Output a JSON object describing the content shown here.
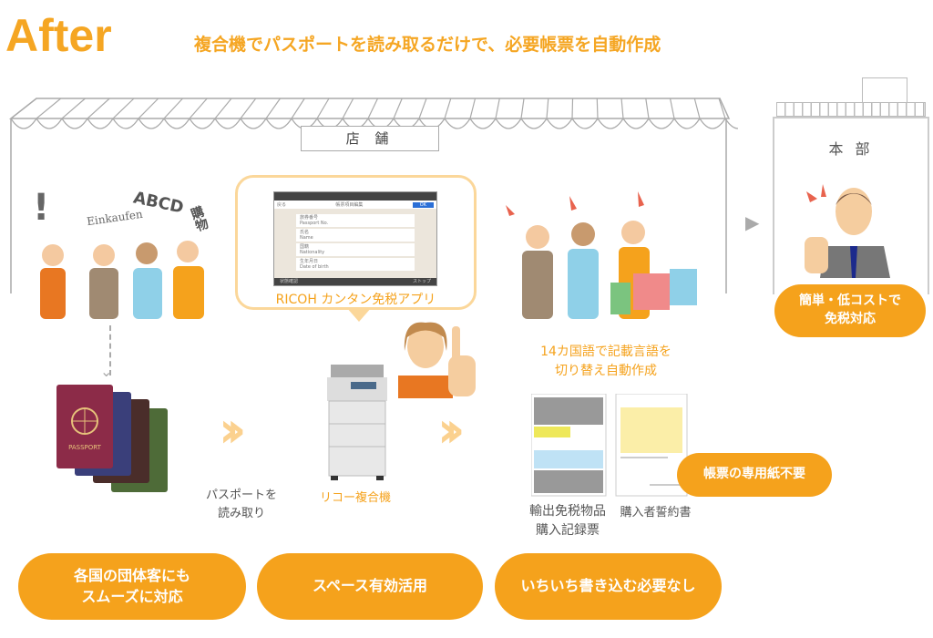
{
  "header": {
    "title": "After",
    "subtitle": "複合機でパスポートを読み取るだけで、必要帳票を自動作成"
  },
  "store": {
    "label": "店 舗"
  },
  "headquarters": {
    "label": "本 部",
    "benefit": "簡単・低コストで\n免税対応"
  },
  "customers": {
    "speech": [
      "!",
      "Einkaufen",
      "ABCD",
      "購物"
    ]
  },
  "app": {
    "name": "RICOH カンタン免税アプリ",
    "screen": {
      "back": "戻る",
      "title": "帳票項目編集",
      "ok": "OK",
      "fields": [
        {
          "label": "旅券番号",
          "sub": "Passport No."
        },
        {
          "label": "氏名",
          "sub": "Name"
        },
        {
          "label": "国籍",
          "sub": "Nationality"
        },
        {
          "label": "生年月日",
          "sub": "Date of birth"
        }
      ],
      "status": "状態確認",
      "stop": "ストップ"
    }
  },
  "steps": {
    "passport_text": "PASSPORT",
    "scan": "パスポートを\n読み取り",
    "mfp": "リコー複合機"
  },
  "documents": {
    "heading": "14カ国語で記載言語を\n切り替え自動作成",
    "doc1": "輸出免税物品\n購入記録票",
    "doc2": "購入者誓約書",
    "no_special_paper": "帳票の専用紙不要"
  },
  "benefits": [
    "各国の団体客にも\nスムーズに対応",
    "スペース有効活用",
    "いちいち書き込む必要なし"
  ],
  "colors": {
    "accent": "#f5a21c",
    "bubble": "#fbd79a"
  }
}
